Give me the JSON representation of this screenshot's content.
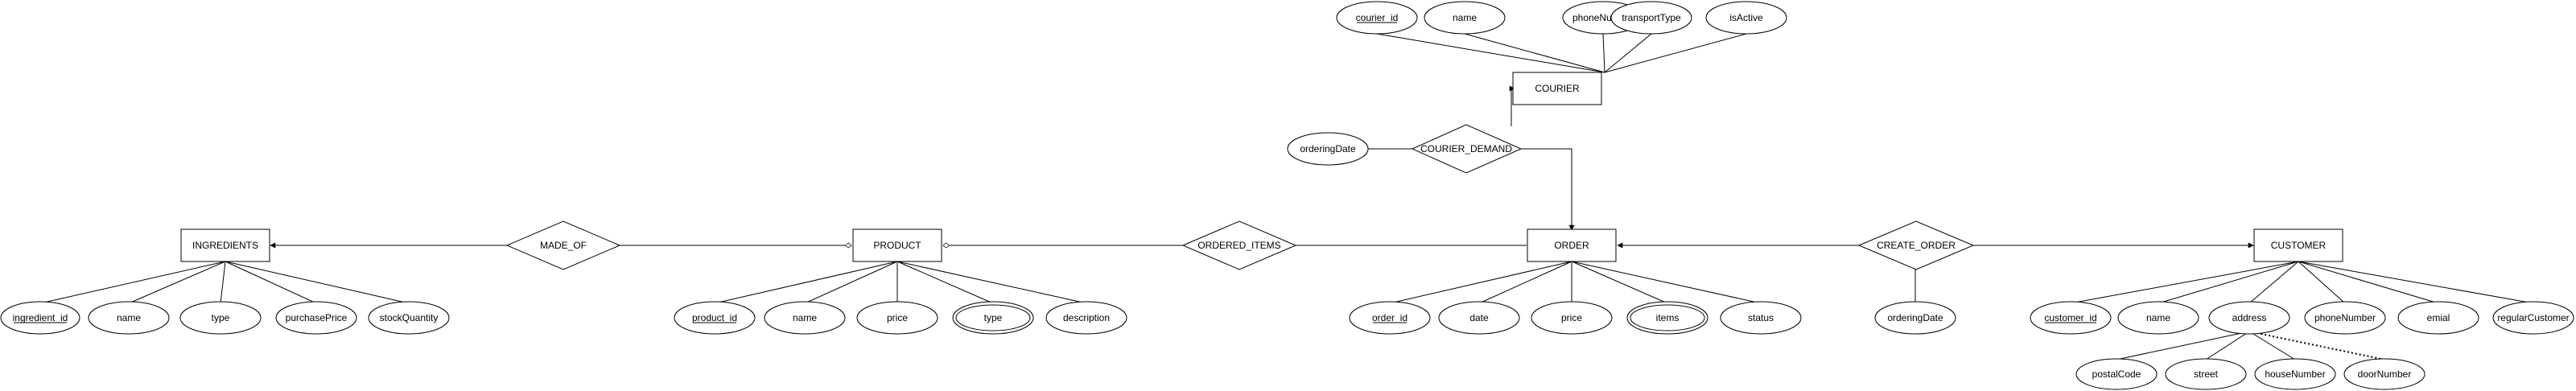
{
  "diagram": {
    "entities": {
      "courier": "COURIER",
      "order": "ORDER",
      "product": "PRODUCT",
      "ingredients": "INGREDIENTS",
      "customer": "CUSTOMER"
    },
    "relationships": {
      "courier_demand": "COURIER_DEMAND",
      "made_of": "MADE_OF",
      "ordered_items": "ORDERED_ITEMS",
      "create_order": "CREATE_ORDER"
    },
    "attributes": {
      "courier": [
        "courier_id",
        "name",
        "phoneNumber",
        "transportType",
        "isActive"
      ],
      "courier_demand": [
        "orderingDate"
      ],
      "ingredients": [
        "ingredient_id",
        "name",
        "type",
        "purchasePrice",
        "stockQuantity"
      ],
      "product": [
        "product_id",
        "name",
        "price",
        "type",
        "description"
      ],
      "order": [
        "order_id",
        "date",
        "price",
        "items",
        "status"
      ],
      "create_order": [
        "orderingDate"
      ],
      "customer": [
        "customer_id",
        "name",
        "address",
        "phoneNumber",
        "emial",
        "regularCustomer"
      ],
      "address": [
        "postalCode",
        "street",
        "houseNumber",
        "doorNumber"
      ]
    },
    "key_attributes": [
      "courier_id",
      "ingredient_id",
      "product_id",
      "order_id",
      "customer_id"
    ],
    "multivalued_attributes": [
      "product.type",
      "order.items"
    ],
    "derived_attributes": [
      "address.doorNumber"
    ]
  }
}
